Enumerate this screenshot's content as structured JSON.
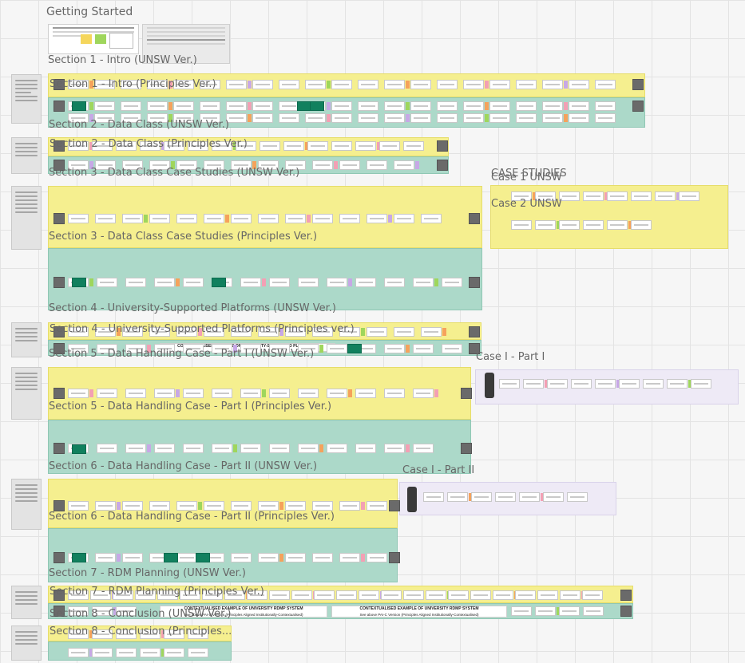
{
  "board": {
    "frames": {
      "getting_started": "Getting Started",
      "s1_unsw": "Section 1 - Intro (UNSW Ver.)",
      "s1_principles": "Section 1 - Intro (Principles Ver.)",
      "s2_unsw": "Section 2 - Data Class (UNSW Ver.)",
      "s2_principles": "Section 2 - Data Class (Principles Ver.)",
      "s3_unsw": "Section 3 - Data Class Case Studies (UNSW Ver.)",
      "s3_principles": "Section 3 - Data Class Case Studies (Principles Ver.)",
      "s4_unsw": "Section 4 - University-Supported Platforms (UNSW Ver.)",
      "s4_principles": "Section 4 - University-Supported Platforms (Principles ver.)",
      "s5_unsw": "Section 5 - Data Handling Case - Part I (UNSW Ver.)",
      "s5_principles": "Section 5 - Data Handling Case - Part I (Principles Ver.)",
      "s6_unsw": "Section 6 - Data Handling Case - Part II (UNSW Ver.)",
      "s6_principles": "Section 6 - Data Handling Case - Part II (Principles Ver.)",
      "s7_unsw": "Section 7 - RDM Planning (UNSW Ver.)",
      "s7_principles": "Section 7 - RDM Planning (Principles Ver.)",
      "s8_unsw": "Section 8 - Conclusion (UNSW Ver.)",
      "s8_principles": "Section 8 - Conclusion (Principles...",
      "case_studies": "CASE STUDIES",
      "case1_unsw": "Case 1 UNSW",
      "case2_unsw": "Case 2 UNSW",
      "case_i_part_i": "Case I - Part I",
      "case_i_part_ii": "Case I - Part II"
    },
    "banners": {
      "platforms_example": "CONTEXTUALISED EXAMPLE OF UNIVERSITY-SUPPORTED PLATFORMS",
      "rdmp_left_title": "CONTEXTUALISED EXAMPLE OF UNIVERSITY RDMP SYSTEM",
      "rdmp_left_sub": "See above PAI-C Version (Principles Aligned Institutionally-Contextualised)",
      "rdmp_right_title": "CONTEXTUALISED EXAMPLE OF UNIVERSITY RDMP SYSTEM",
      "rdmp_right_sub": "See above PAI-C Version (Principles Aligned Institutionally-Contextualised)"
    },
    "colors": {
      "yellow_band": "#f5ef8f",
      "teal_band": "#acd9c9",
      "lavender_band": "#eeeaf6",
      "dark_card": "#6a6a6a",
      "sticky_pink": "#f3a0b4",
      "sticky_orange": "#f5a25c",
      "sticky_green": "#9fd65c",
      "sticky_purple": "#c7a8e6"
    }
  }
}
